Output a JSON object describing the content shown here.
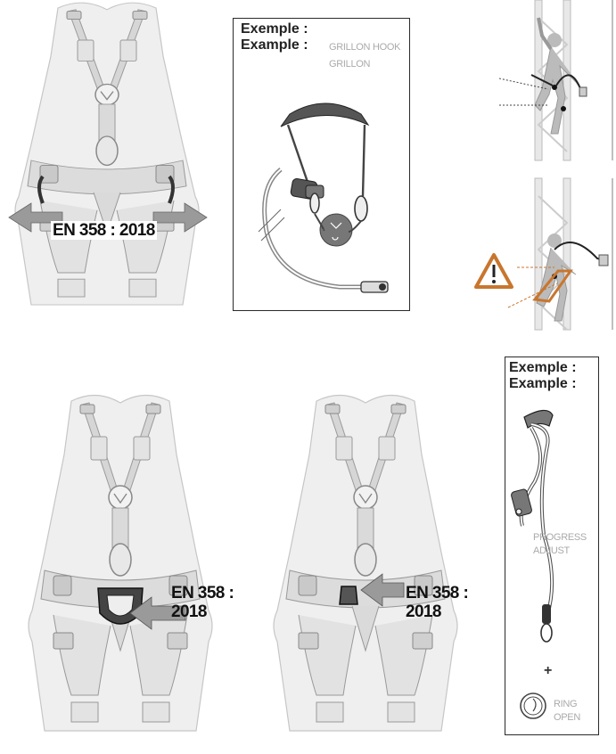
{
  "panel_top_left": {
    "standard": "EN 358 : 2018"
  },
  "box_grillon": {
    "example_fr": "Exemple :",
    "example_en": "Example :",
    "product_1": "GRILLON HOOK",
    "product_2": "GRILLON"
  },
  "panel_bottom_left": {
    "standard_line1": "EN 358 :",
    "standard_line2": "2018"
  },
  "panel_bottom_middle": {
    "standard_line1": "EN 358 :",
    "standard_line2": "2018"
  },
  "box_progress": {
    "example_fr": "Exemple :",
    "example_en": "Example :",
    "product_1_line1": "PROGRESS",
    "product_1_line2": "ADJUST",
    "plus": "+",
    "product_2_line1": "RING",
    "product_2_line2": "OPEN"
  },
  "colors": {
    "body": "#efefef",
    "outline": "#bdbdbd",
    "strap": "#d9d9d9",
    "arrow": "#9a9a9a",
    "warning": "#c8762e"
  },
  "icons": [
    "harness-figure",
    "arrow-left",
    "arrow-right",
    "warning-triangle-icon",
    "lanyard",
    "connector",
    "ring-icon"
  ]
}
